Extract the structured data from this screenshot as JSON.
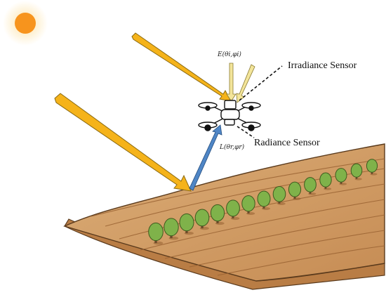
{
  "labels": {
    "irradiance_sensor": "Irradiance Sensor",
    "radiance_sensor": "Radiance Sensor",
    "irradiance_symbol": "E(θi,φi)",
    "radiance_symbol": "L(θr,φr)"
  },
  "icons": {
    "sun": "sun-icon",
    "drone": "drone-icon",
    "tree": "tree-icon"
  },
  "colors": {
    "sun_core": "#f7941d",
    "sun_glow": "#fde3a7",
    "sunlight_arrow": "#f5b31a",
    "sunlight_arrow_edge": "#8a6a12",
    "reflected_arrow": "#4f86c6",
    "irradiance_arrow": "#f3e59a",
    "soil_top": "#d2a06a",
    "soil_side": "#b97d45",
    "furrow": "#9a6333",
    "tree_leaf": "#7fb24a",
    "tree_trunk": "#6b4a2a"
  },
  "tree_count": 15
}
